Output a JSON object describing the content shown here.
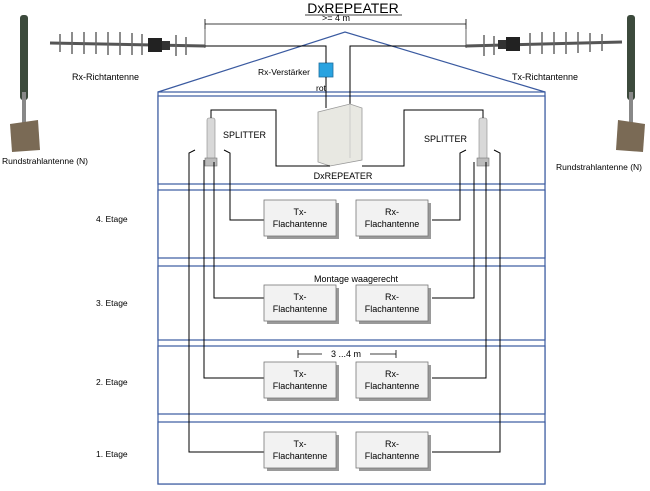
{
  "title": "DxREPEATER",
  "distance_top": ">= 4 m",
  "rx_directional": "Rx-Richtantenne",
  "tx_directional": "Tx-Richtantenne",
  "rx_amplifier": "Rx-Verstärker",
  "rot_label": "rot",
  "omni_left": "Rundstrahlantenne (N)",
  "omni_right": "Rundstrahlantenne (N)",
  "splitter_left": "SPLITTER",
  "splitter_right": "SPLITTER",
  "repeater_label": "DxREPEATER",
  "mounting_note": "Montage  waagerecht",
  "distance_panels": "3 ...4 m",
  "floors": [
    "4. Etage",
    "3. Etage",
    "2. Etage",
    "1. Etage"
  ],
  "panel_tx": {
    "line1": "Tx-",
    "line2": "Flachantenne"
  },
  "panel_rx": {
    "line1": "Rx-",
    "line2": "Flachantenne"
  },
  "colors": {
    "wall": "#3a5aa0",
    "amplifier": "#29a3e0",
    "cable": "#000000"
  }
}
